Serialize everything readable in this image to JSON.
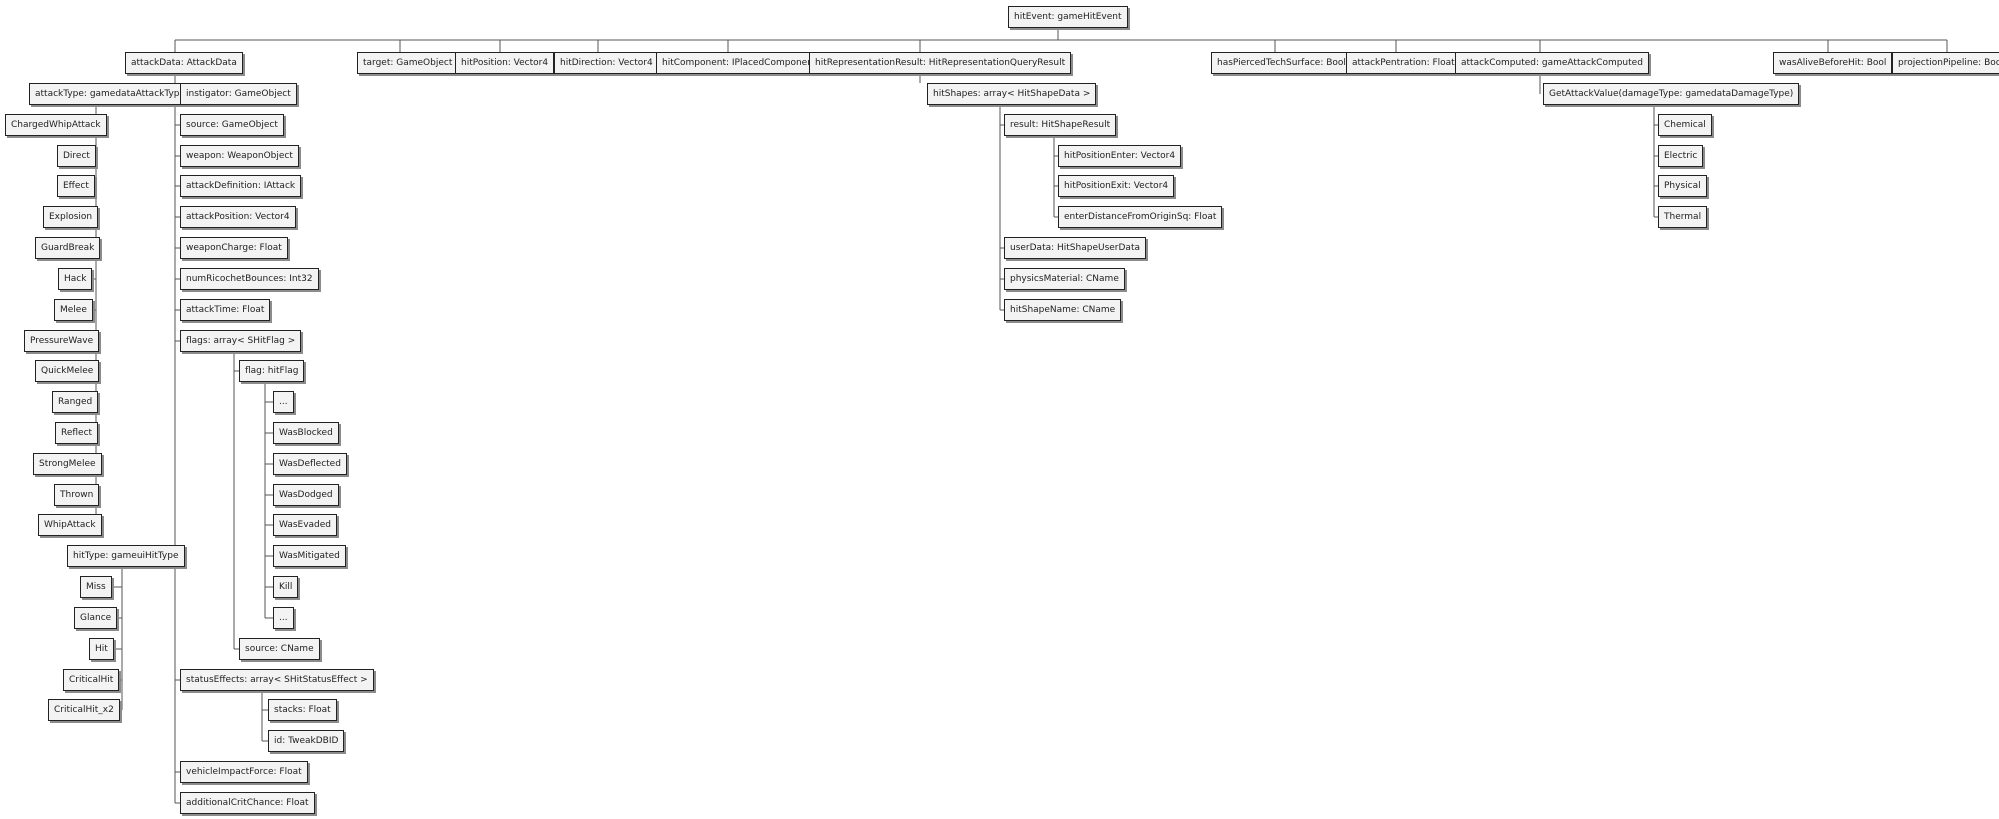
{
  "root": {
    "label": "hitEvent: gameHitEvent",
    "children": [
      {
        "label": "attackData: AttackData",
        "children": [
          {
            "label": "attackType: gamedataAttackType",
            "children": [
              {
                "label": "ChargedWhipAttack"
              },
              {
                "label": "Direct"
              },
              {
                "label": "Effect"
              },
              {
                "label": "Explosion"
              },
              {
                "label": "GuardBreak"
              },
              {
                "label": "Hack"
              },
              {
                "label": "Melee"
              },
              {
                "label": "PressureWave"
              },
              {
                "label": "QuickMelee"
              },
              {
                "label": "Ranged"
              },
              {
                "label": "Reflect"
              },
              {
                "label": "StrongMelee"
              },
              {
                "label": "Thrown"
              },
              {
                "label": "WhipAttack"
              }
            ]
          },
          {
            "label": "hitType: gameuiHitType",
            "children": [
              {
                "label": "Miss"
              },
              {
                "label": "Glance"
              },
              {
                "label": "Hit"
              },
              {
                "label": "CriticalHit"
              },
              {
                "label": "CriticalHit_x2"
              }
            ]
          },
          {
            "label": "instigator: GameObject"
          },
          {
            "label": "source: GameObject"
          },
          {
            "label": "weapon: WeaponObject"
          },
          {
            "label": "attackDefinition: IAttack"
          },
          {
            "label": "attackPosition: Vector4"
          },
          {
            "label": "weaponCharge: Float"
          },
          {
            "label": "numRicochetBounces: Int32"
          },
          {
            "label": "attackTime: Float"
          },
          {
            "label": "flags: array< SHitFlag >",
            "children": [
              {
                "label": "flag: hitFlag",
                "children": [
                  {
                    "label": "..."
                  },
                  {
                    "label": "WasBlocked"
                  },
                  {
                    "label": "WasDeflected"
                  },
                  {
                    "label": "WasDodged"
                  },
                  {
                    "label": "WasEvaded"
                  },
                  {
                    "label": "WasMitigated"
                  },
                  {
                    "label": "Kill"
                  },
                  {
                    "label": "..."
                  }
                ]
              },
              {
                "label": "source: CName"
              }
            ]
          },
          {
            "label": "statusEffects: array< SHitStatusEffect >",
            "children": [
              {
                "label": "stacks: Float"
              },
              {
                "label": "id: TweakDBID"
              }
            ]
          },
          {
            "label": "vehicleImpactForce: Float"
          },
          {
            "label": "additionalCritChance: Float"
          }
        ]
      },
      {
        "label": "target: GameObject"
      },
      {
        "label": "hitPosition: Vector4"
      },
      {
        "label": "hitDirection: Vector4"
      },
      {
        "label": "hitComponent: IPlacedComponent"
      },
      {
        "label": "hitRepresentationResult: HitRepresentationQueryResult",
        "children": [
          {
            "label": "hitShapes: array< HitShapeData >",
            "children": [
              {
                "label": "result: HitShapeResult",
                "children": [
                  {
                    "label": "hitPositionEnter: Vector4"
                  },
                  {
                    "label": "hitPositionExit: Vector4"
                  },
                  {
                    "label": "enterDistanceFromOriginSq: Float"
                  }
                ]
              },
              {
                "label": "userData: HitShapeUserData"
              },
              {
                "label": "physicsMaterial: CName"
              },
              {
                "label": "hitShapeName: CName"
              }
            ]
          }
        ]
      },
      {
        "label": "hasPiercedTechSurface: Bool"
      },
      {
        "label": "attackPentration: Float"
      },
      {
        "label": "attackComputed: gameAttackComputed",
        "children": [
          {
            "label": "GetAttackValue(damageType: gamedataDamageType)",
            "children": [
              {
                "label": "Chemical"
              },
              {
                "label": "Electric"
              },
              {
                "label": "Physical"
              },
              {
                "label": "Thermal"
              }
            ]
          }
        ]
      },
      {
        "label": "wasAliveBeforeHit: Bool"
      },
      {
        "label": "projectionPipeline: Bool"
      }
    ]
  }
}
